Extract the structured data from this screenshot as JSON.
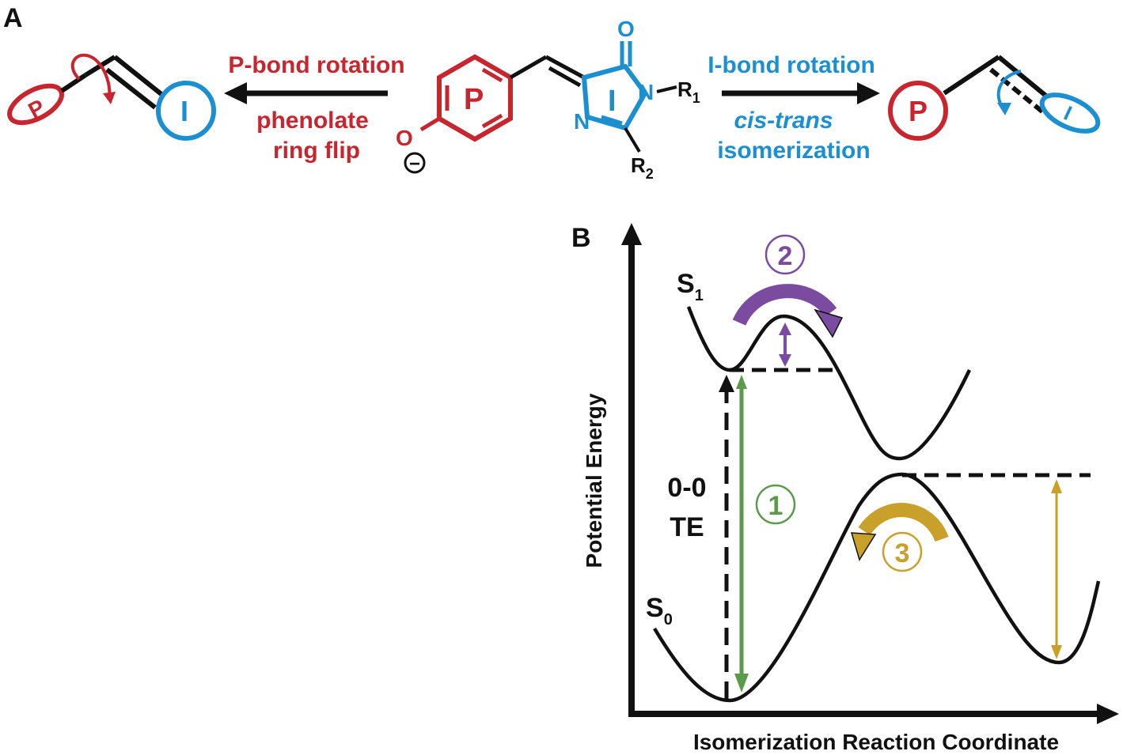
{
  "panel_a": {
    "label": "A",
    "left_arrow_line1": "P-bond rotation",
    "left_arrow_line2": "phenolate",
    "left_arrow_line3": "ring flip",
    "right_arrow_line1": "I-bond rotation",
    "right_arrow_line2": "cis-trans",
    "right_arrow_line3": "isomerization",
    "ring_p": "P",
    "ring_i": "I",
    "atom_o_carbonyl": "O",
    "atom_n1": "N",
    "atom_n2": "N",
    "atom_o_phenolate": "O",
    "charge": "−",
    "r1": "R",
    "r1_sub": "1",
    "r2": "R",
    "r2_sub": "2"
  },
  "panel_b": {
    "label": "B",
    "y_axis_label": "Potential Energy",
    "x_axis_label": "Isomerization Reaction Coordinate",
    "s1": "S",
    "s1_sub": "1",
    "s0": "S",
    "s0_sub": "0",
    "te_line1": "0-0",
    "te_line2": "TE",
    "step1": "1",
    "step2": "2",
    "step3": "3"
  },
  "colors": {
    "red": "#c8262e",
    "blue": "#1b8fd0",
    "purple": "#7b4ba0",
    "green": "#5b9a4a",
    "gold": "#c9a02a",
    "black": "#111111"
  }
}
